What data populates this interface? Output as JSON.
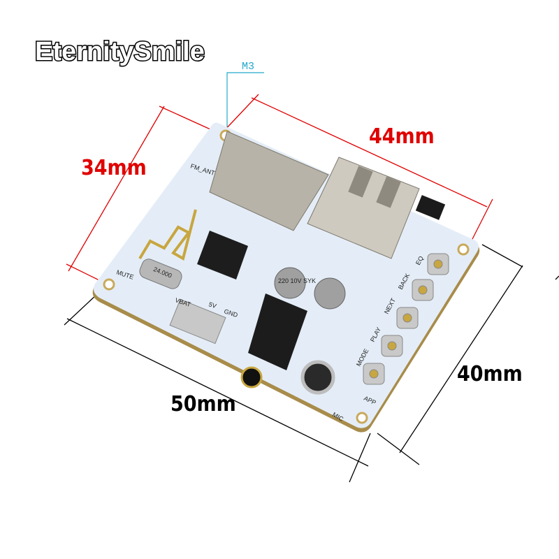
{
  "watermark": "EternitySmile",
  "dimensions": {
    "mount_hole": "M3",
    "board_width": "44mm",
    "board_height": "34mm",
    "overall_length": "50mm",
    "overall_width": "40mm"
  },
  "colors": {
    "red_dimension": "#e00000",
    "black_dimension": "#000000",
    "m3_leader": "#22a9c9",
    "pcb": "#e4edf7"
  },
  "board_labels": {
    "fm_ant": "FM_ANT",
    "mute": "MUTE",
    "vbat": "VBAT",
    "v5": "5V",
    "gnd": "GND",
    "mic": "MIC",
    "app": "APP",
    "mode": "MODE",
    "play": "PLAY",
    "next": "NEXT",
    "back": "BACK",
    "eq": "EQ",
    "crystal": "24.000",
    "cap": "220 10V SYK"
  }
}
